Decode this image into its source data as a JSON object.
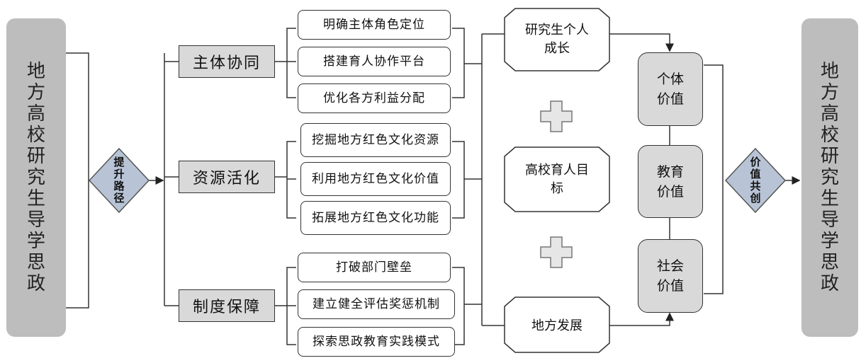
{
  "left_title": "地方高校研究生导学思政",
  "right_title": "地方高校研究生导学思政",
  "left_diamond": "提升路径",
  "right_diamond": "价值共创",
  "categories": [
    {
      "label": "主体协同",
      "items": [
        "明确主体角色定位",
        "搭建育人协作平台",
        "优化各方利益分配"
      ]
    },
    {
      "label": "资源活化",
      "items": [
        "挖掘地方红色文化资源",
        "利用地方红色文化价值",
        "拓展地方红色文化功能"
      ]
    },
    {
      "label": "制度保障",
      "items": [
        "打破部门壁垒",
        "建立健全评估奖惩机制",
        "探索思政教育实践模式"
      ]
    }
  ],
  "goals": [
    "研究生个人成长",
    "高校育人目标",
    "地方发展"
  ],
  "values": [
    "个体价值",
    "教育价值",
    "社会价值"
  ],
  "colors": {
    "side": "#bdbdbd",
    "box_fill": "#d9d9d9",
    "diamond": "#b8c4d6",
    "line": "#333333"
  }
}
